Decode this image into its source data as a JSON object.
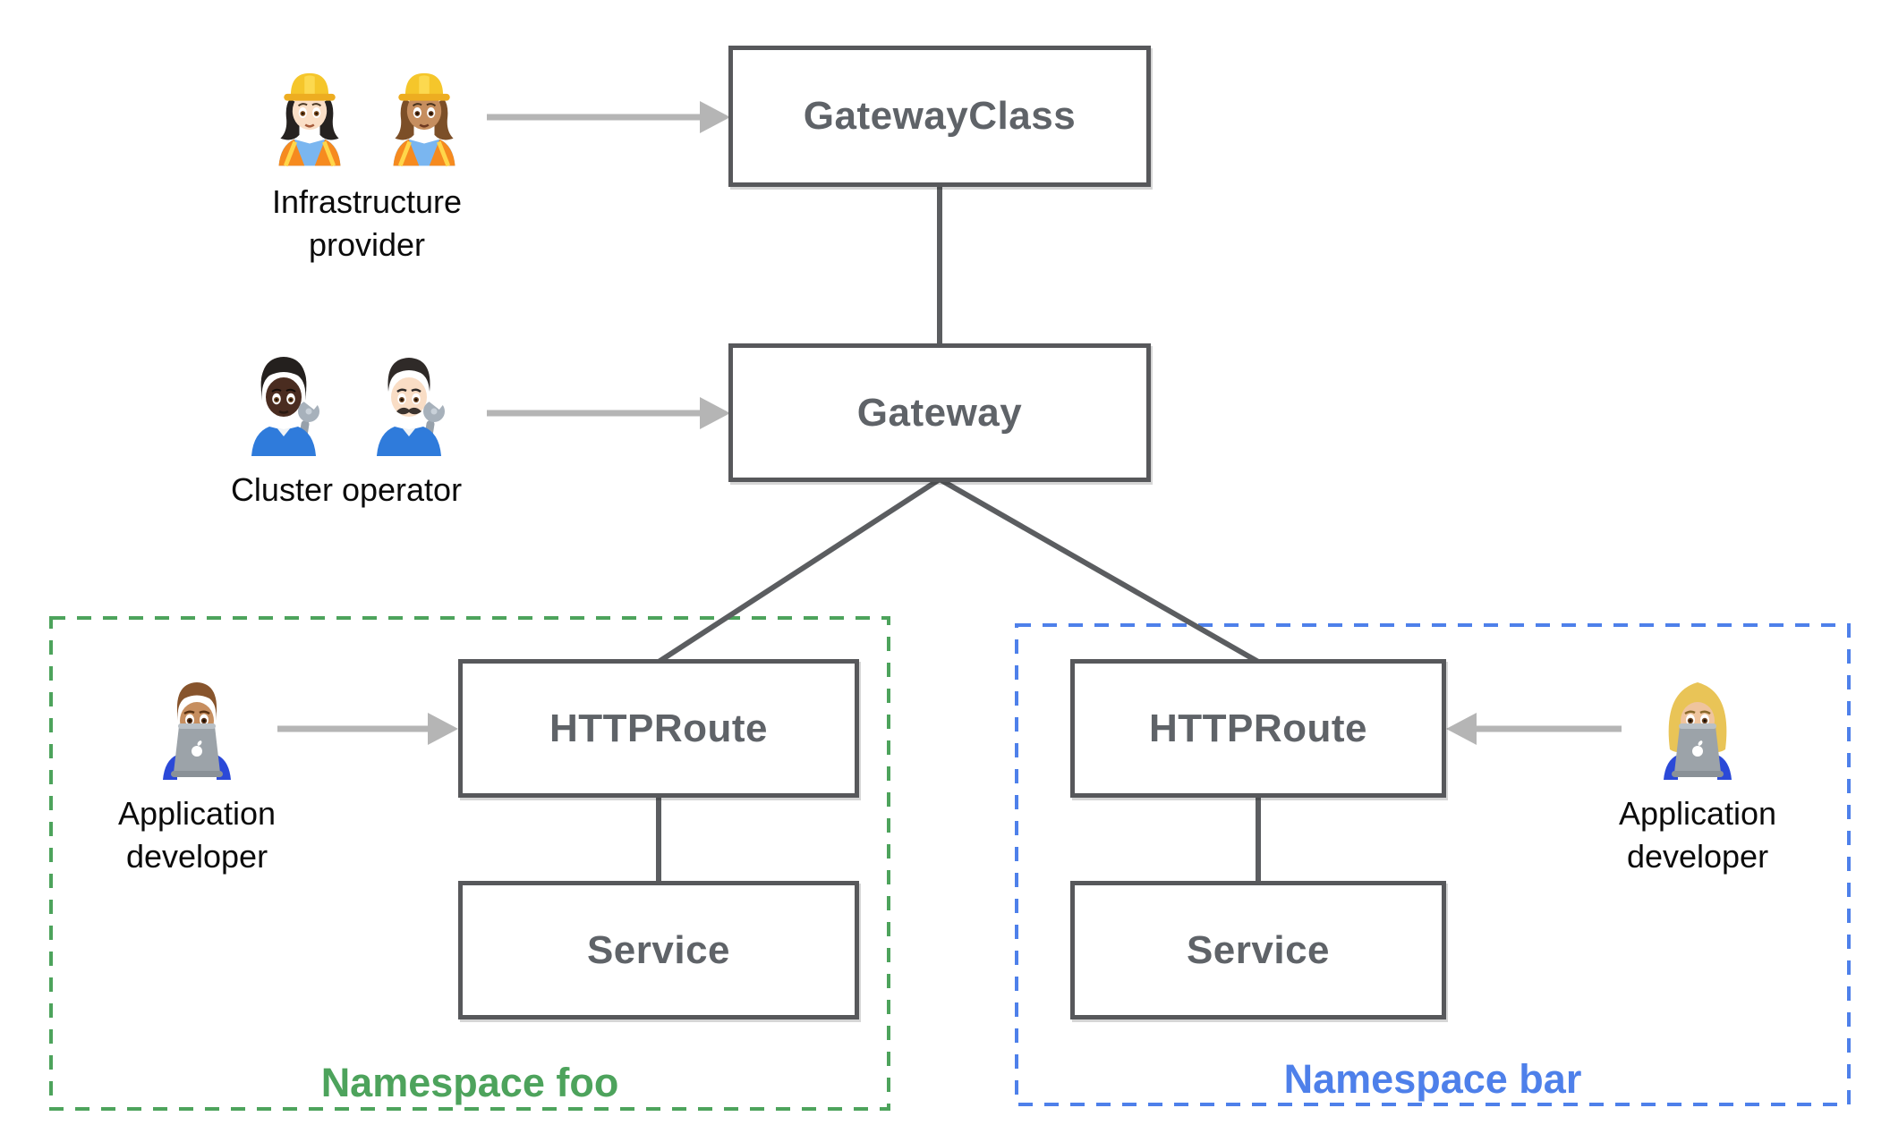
{
  "nodes": {
    "gatewayclass": "GatewayClass",
    "gateway": "Gateway",
    "httproute_foo": "HTTPRoute",
    "service_foo": "Service",
    "httproute_bar": "HTTPRoute",
    "service_bar": "Service"
  },
  "personas": {
    "infrastructure_provider": {
      "label": "Infrastructure provider",
      "icons": [
        "woman-construction-worker-light",
        "woman-construction-worker-medium"
      ]
    },
    "cluster_operator": {
      "label": "Cluster operator",
      "icons": [
        "mechanic-dark-skin",
        "man-mechanic-light-skin"
      ]
    },
    "application_developer_foo": {
      "label": "Application developer",
      "icons": [
        "man-technologist-medium-skin"
      ]
    },
    "application_developer_bar": {
      "label": "Application developer",
      "icons": [
        "woman-technologist-blonde"
      ]
    }
  },
  "namespaces": {
    "foo": {
      "label": "Namespace foo",
      "color": "#4DA35C"
    },
    "bar": {
      "label": "Namespace bar",
      "color": "#4E80EA"
    }
  },
  "edges": [
    "gatewayclass-gateway",
    "gateway-httproute-foo",
    "gateway-httproute-bar",
    "httproute-foo-service-foo",
    "httproute-bar-service-bar"
  ],
  "arrows": [
    "infrastructure-provider-to-gatewayclass",
    "cluster-operator-to-gateway",
    "application-developer-to-httproute-foo",
    "application-developer-to-httproute-bar"
  ],
  "colors": {
    "background": "#FFFFFF",
    "box_border": "#57585B",
    "box_label": "#5F6368",
    "wire": "#5B5D60",
    "arrow": "#B5B5B5",
    "namespace_foo": "#4DA35C",
    "namespace_bar": "#4E80EA",
    "persona_label": "#0B0B0B"
  }
}
